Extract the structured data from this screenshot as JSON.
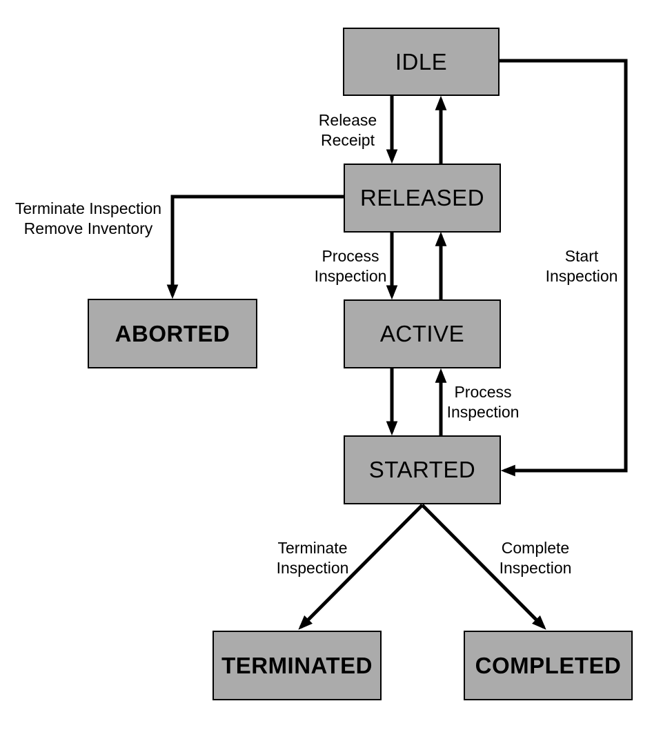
{
  "colors": {
    "background": "#FFFFFF",
    "node_fill": "#ABABAB",
    "node_border": "#000000",
    "arrow": "#000000",
    "text": "#000000"
  },
  "nodes": {
    "idle": {
      "label": "IDLE"
    },
    "released": {
      "label": "RELEASED"
    },
    "active": {
      "label": "ACTIVE"
    },
    "started": {
      "label": "STARTED"
    },
    "aborted": {
      "label": "ABORTED"
    },
    "terminated": {
      "label": "TERMINATED"
    },
    "completed": {
      "label": "COMPLETED"
    }
  },
  "edges": {
    "idle_to_released": {
      "from": "IDLE",
      "to": "RELEASED",
      "label": "Release\nReceipt"
    },
    "released_to_idle": {
      "from": "RELEASED",
      "to": "IDLE",
      "label": ""
    },
    "released_to_active": {
      "from": "RELEASED",
      "to": "ACTIVE",
      "label": "Process\nInspection"
    },
    "active_to_released": {
      "from": "ACTIVE",
      "to": "RELEASED",
      "label": ""
    },
    "active_to_started": {
      "from": "ACTIVE",
      "to": "STARTED",
      "label": ""
    },
    "started_to_active": {
      "from": "STARTED",
      "to": "ACTIVE",
      "label": "Process\nInspection"
    },
    "idle_to_started": {
      "from": "IDLE",
      "to": "STARTED",
      "label": "Start\nInspection"
    },
    "released_to_aborted": {
      "from": "RELEASED",
      "to": "ABORTED",
      "label": "Terminate Inspection\nRemove Inventory"
    },
    "started_to_terminated": {
      "from": "STARTED",
      "to": "TERMINATED",
      "label": "Terminate\nInspection"
    },
    "started_to_completed": {
      "from": "STARTED",
      "to": "COMPLETED",
      "label": "Complete\nInspection"
    }
  }
}
